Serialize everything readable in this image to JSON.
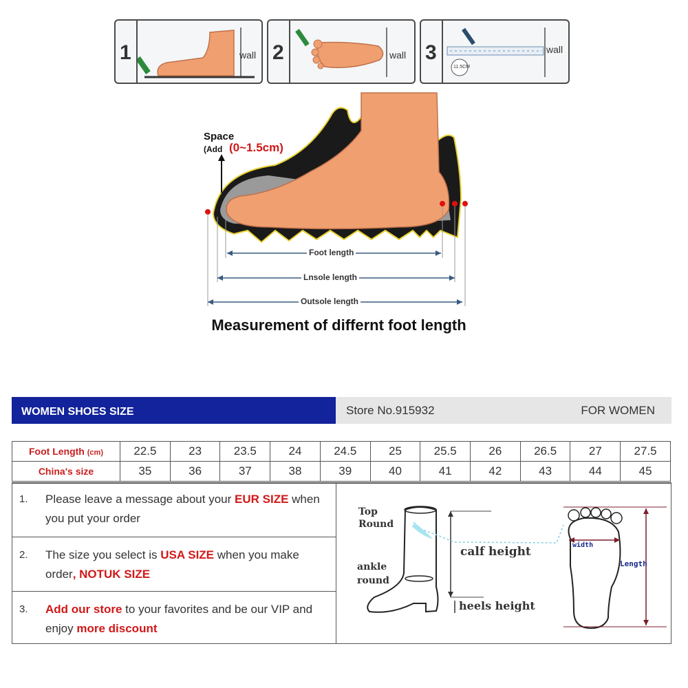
{
  "steps": [
    {
      "number": "1",
      "wall_label": "wall"
    },
    {
      "number": "2",
      "wall_label": "wall"
    },
    {
      "number": "3",
      "wall_label": "wall",
      "measure_label": "11.5CM"
    }
  ],
  "diagram": {
    "space_label": "Space",
    "add_prefix": "(Add",
    "add_value": "(0~1.5cm)",
    "foot_length": "Foot length",
    "insole_length": "Lnsole length",
    "outsole_length": "Outsole length",
    "title": "Measurement of differnt foot length"
  },
  "table": {
    "header_title": "WOMEN SHOES SIZE",
    "store": "Store No.915932",
    "for_label": "FOR WOMEN",
    "foot_length_label": "Foot Length",
    "foot_length_unit": "(cm)",
    "china_size_label": "China's size",
    "foot_lengths": [
      "22.5",
      "23",
      "23.5",
      "24",
      "24.5",
      "25",
      "25.5",
      "26",
      "26.5",
      "27",
      "27.5"
    ],
    "china_sizes": [
      "35",
      "36",
      "37",
      "38",
      "39",
      "40",
      "41",
      "42",
      "43",
      "44",
      "45"
    ]
  },
  "notes": [
    {
      "num": "1.",
      "a": "Please leave a message about your ",
      "b": "EUR SIZE",
      "c": " when you put your order"
    },
    {
      "num": "2.",
      "a": "The size you select is ",
      "b": "USA SIZE",
      "c": " when you make order",
      "d": ", NOTUK SIZE"
    },
    {
      "num": "3.",
      "b": "Add our store",
      "a": " to your favorites and be our VIP and enjoy ",
      "d": "more discount"
    }
  ],
  "boot": {
    "top_round": [
      "Top",
      "Round"
    ],
    "ankle_round": [
      "ankle",
      "round"
    ],
    "calf_height": "calf height",
    "heels_height": "heels height",
    "width": "width",
    "length": "Length"
  },
  "colors": {
    "header_blue": "#13239b",
    "accent_red": "#d01818",
    "skin": "#f0a070"
  }
}
